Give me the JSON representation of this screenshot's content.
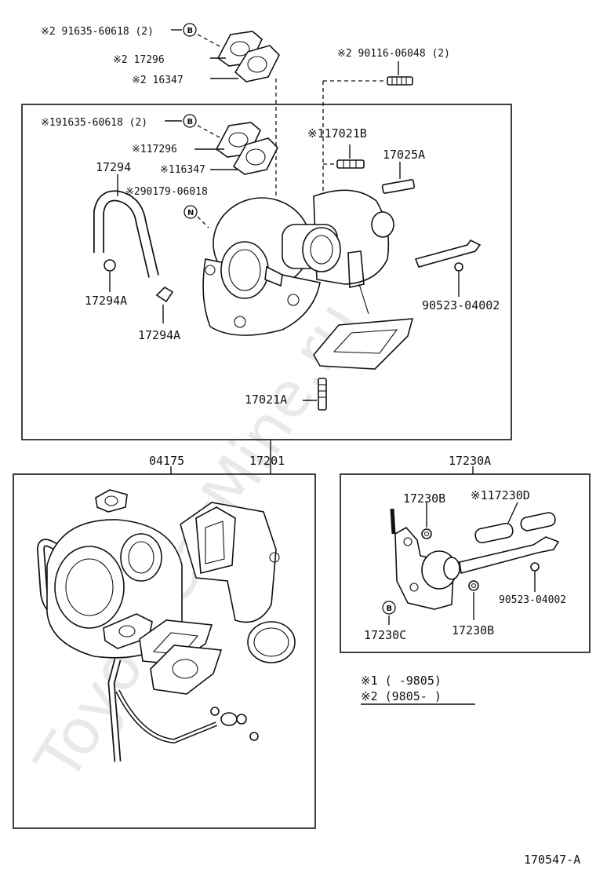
{
  "watermark": "ToyotaCarMine.ru",
  "diagram_id": "170547-A",
  "legend": {
    "row1": "※1 (      -9805)",
    "row2": "※2 (9805-        )"
  },
  "markers": {
    "b": "B",
    "n": "N"
  },
  "top_group": {
    "p1": "※2 91635-60618 (2)",
    "p2": "※2 17296",
    "p3": "※2 16347",
    "p4": "※2 90116-06048 (2)"
  },
  "main_box": {
    "p1": "※191635-60618 (2)",
    "p2": "※117296",
    "p3": "※116347",
    "p4": "※117021B",
    "p5": "17025A",
    "p6": "17294",
    "p7": "※290179-06018",
    "p8": "17294A",
    "p9": "17294A",
    "p10": "90523-04002",
    "p11": "17021A"
  },
  "assembly_labels": {
    "left": "04175",
    "center": "17201",
    "right": "17230A"
  },
  "actuator_box": {
    "p1": "17230B",
    "p2": "※117230D",
    "p3": "90523-04002",
    "p4": "17230C",
    "p5": "17230B"
  }
}
